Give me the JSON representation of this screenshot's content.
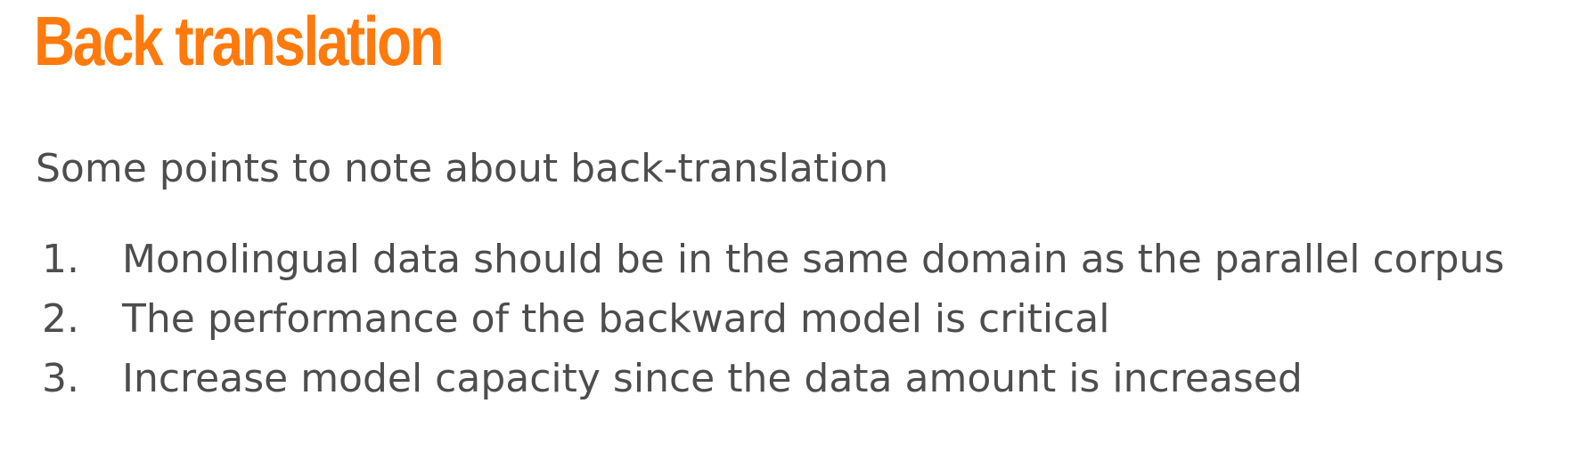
{
  "slide": {
    "title": "Back translation",
    "intro": "Some points to note about back-translation",
    "points": [
      {
        "number": "1.",
        "text": "Monolingual data should be in the same domain as the parallel corpus"
      },
      {
        "number": "2.",
        "text": "The performance of the backward model is critical"
      },
      {
        "number": "3.",
        "text": "Increase model capacity since the data amount is increased"
      }
    ]
  },
  "colors": {
    "title": "#ff7a0c",
    "body_text": "#4d4d4d",
    "background": "#ffffff"
  }
}
